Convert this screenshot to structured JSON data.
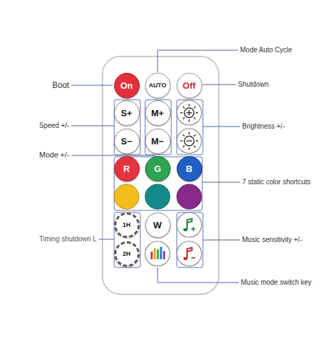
{
  "diagram": {
    "nodes": [
      {
        "text": [
          "On"
        ]
      },
      {
        "text": [
          "AUTO"
        ]
      },
      {
        "text": [
          "Off"
        ]
      },
      {
        "text": [
          "S+"
        ]
      },
      {
        "text": [
          "M+"
        ]
      },
      {
        "text": [
          "S−"
        ]
      },
      {
        "text": [
          "M−"
        ]
      },
      {
        "text": [
          "R"
        ]
      },
      {
        "text": [
          "G"
        ]
      },
      {
        "text": [
          "B"
        ]
      },
      {
        "text": [
          "1H"
        ]
      },
      {
        "text": [
          "W"
        ]
      },
      {
        "text": [
          "2H"
        ]
      }
    ],
    "labels": [
      "Mode Auto Cycle",
      "Boot",
      "Shutdown",
      "Speed +/-",
      "Brightness +/-",
      "Mode +/-",
      "7 static color shortcuts",
      "Timing shutdown L",
      "Music sensitivity +/-",
      "Music mode switch key"
    ]
  }
}
